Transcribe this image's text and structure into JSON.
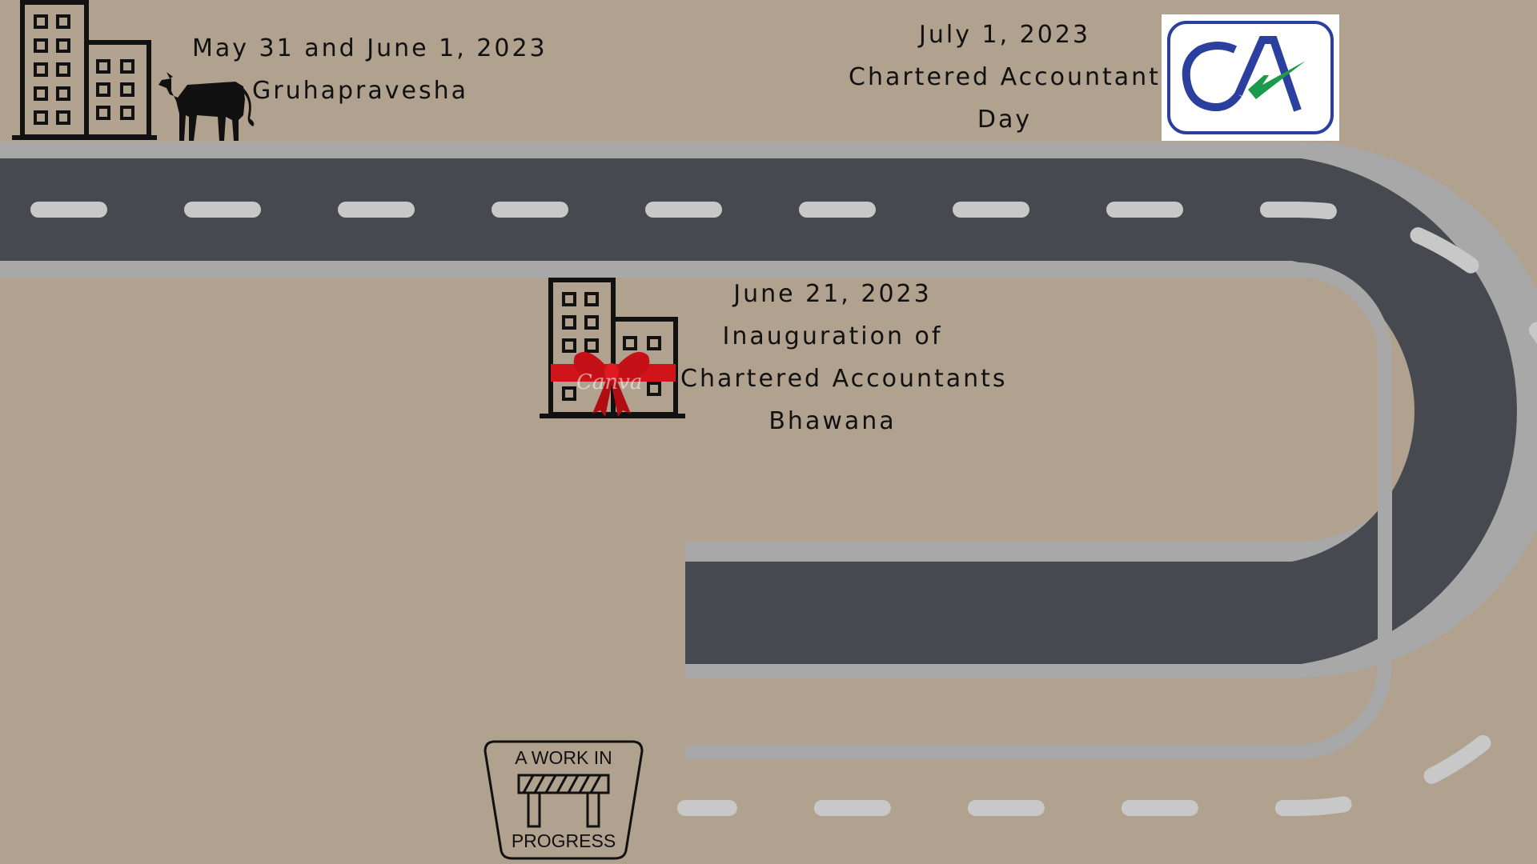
{
  "milestones": [
    {
      "date": "May 31 and June 1, 2023",
      "event": "Gruhapravesha",
      "icons": [
        "office-building-icon",
        "cow-icon"
      ]
    },
    {
      "date": "July 1, 2023",
      "event_line1": "Chartered Accountants",
      "event_line2": "Day",
      "icons": [
        "ca-logo"
      ]
    },
    {
      "date": "June 21, 2023",
      "event_line1": "Inauguration of",
      "event_line2": "Chartered Accountants",
      "event_line3": "Bhawana",
      "icons": [
        "ribbon-building-icon"
      ]
    }
  ],
  "sign": {
    "line1": "A WORK IN",
    "line2": "PROGRESS",
    "icon": "barricade-icon"
  },
  "watermark": "Canva",
  "colors": {
    "background": "#b1a18f",
    "road": "#464a50",
    "road_edge": "#a8a8a8",
    "lane_marking": "#c8c8c8",
    "ca_blue": "#2b3f9e",
    "ca_green": "#1a9a4a",
    "ribbon_red": "#d0141a"
  }
}
